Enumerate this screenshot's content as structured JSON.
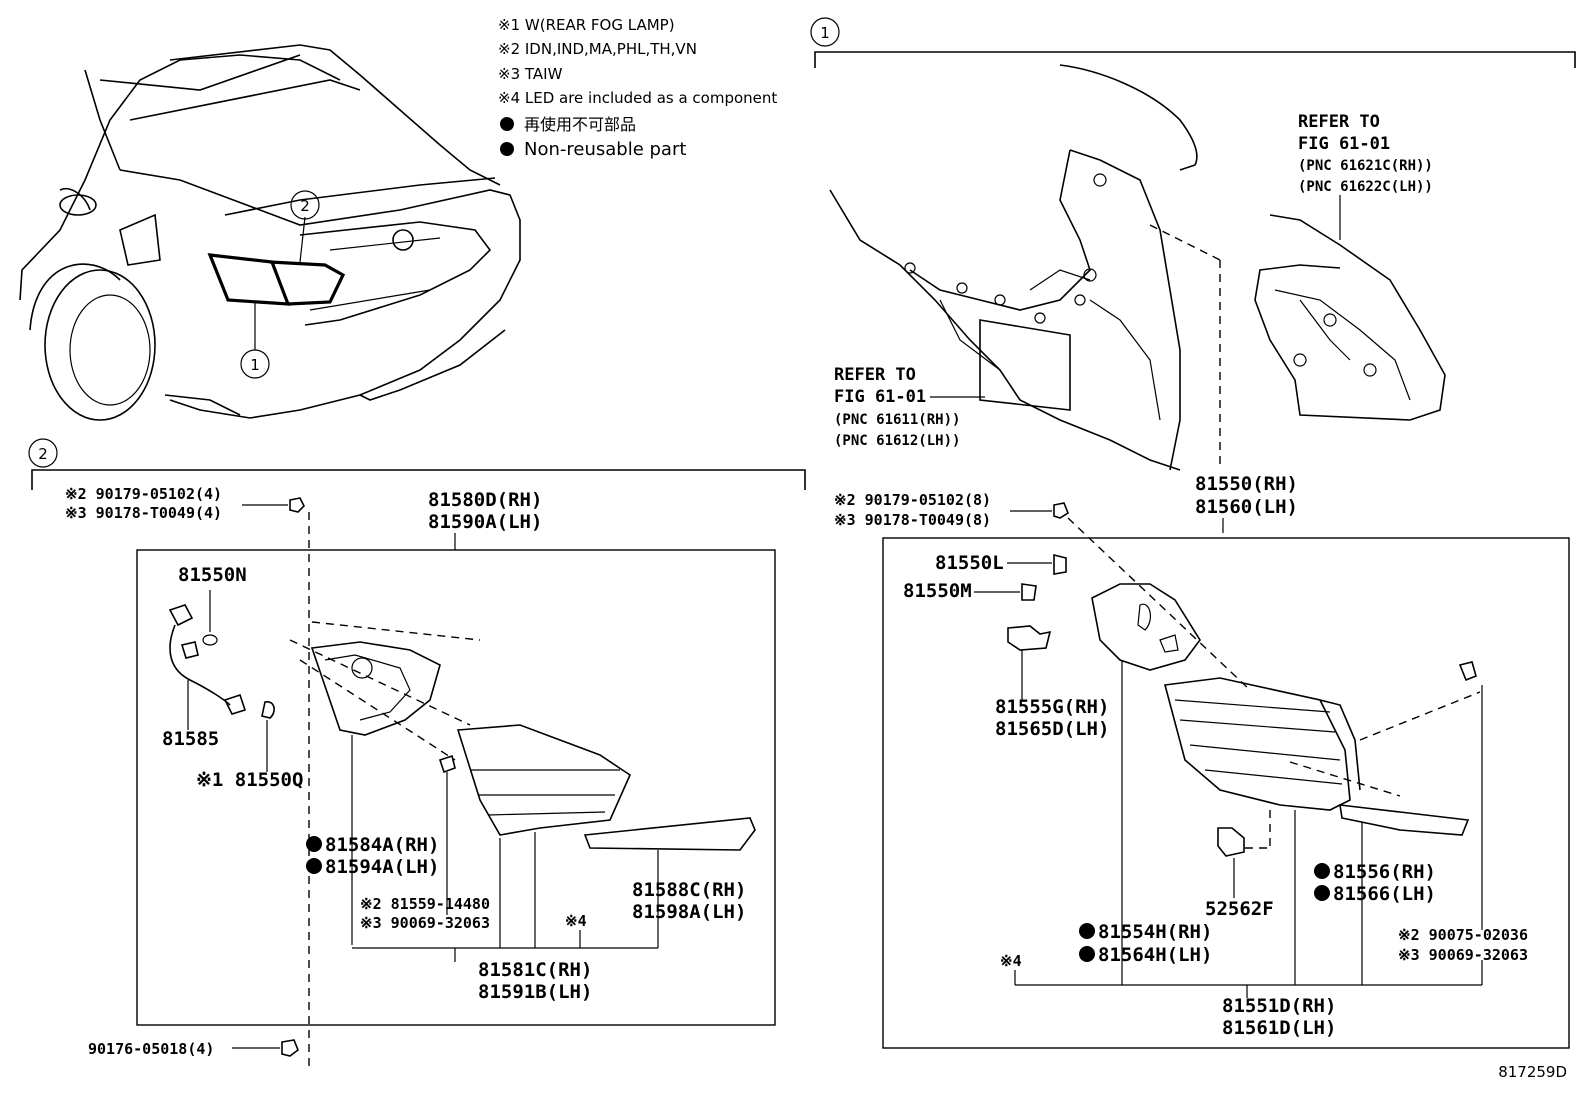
{
  "notes": [
    "※1 W(REAR FOG LAMP)",
    "※2 IDN,IND,MA,PHL,TH,VN",
    "※3 TAIW",
    "※4 LED are included as a component",
    "再使用不可部品",
    "Non-reusable part"
  ],
  "callouts": {
    "one": "1",
    "two": "2"
  },
  "refer_left": [
    "REFER TO",
    "FIG 61-01",
    "(PNC 61611(RH))",
    "(PNC 61612(LH))"
  ],
  "refer_right": [
    "REFER TO",
    "FIG 61-01",
    "(PNC 61621C(RH))",
    "(PNC 61622C(LH))"
  ],
  "left_parts": {
    "bolt_top_1": "※2 90179-05102(4)",
    "bolt_top_2": "※3 90178-T0049(4)",
    "assy_1": "81580D(RH)",
    "assy_2": "81590A(LH)",
    "p_81550N": "81550N",
    "p_81585": "81585",
    "p_81550Q": "※1 81550Q",
    "gasket_1": "81584A(RH)",
    "gasket_2": "81594A(LH)",
    "screw_1": "※2 81559-14480",
    "screw_2": "※3 90069-32063",
    "led_note": "※4",
    "lens_1": "81588C(RH)",
    "lens_2": "81598A(LH)",
    "unit_1": "81581C(RH)",
    "unit_2": "81591B(LH)",
    "bottom_bolt": "90176-05018(4)"
  },
  "right_parts": {
    "assy_1": "81550(RH)",
    "assy_2": "81560(LH)",
    "bolt_1": "※2 90179-05102(8)",
    "bolt_2": "※3 90178-T0049(8)",
    "p_81550L": "81550L",
    "p_81550M": "81550M",
    "socket_1": "81555G(RH)",
    "socket_2": "81565D(LH)",
    "p_52562F": "52562F",
    "gasket_1": "81556(RH)",
    "gasket_2": "81566(LH)",
    "cover_1": "81554H(RH)",
    "cover_2": "81564H(LH)",
    "screw_1": "※2 90075-02036",
    "screw_2": "※3 90069-32063",
    "led_note": "※4",
    "unit_1": "81551D(RH)",
    "unit_2": "81561D(LH)"
  },
  "figure_id": "817259D"
}
